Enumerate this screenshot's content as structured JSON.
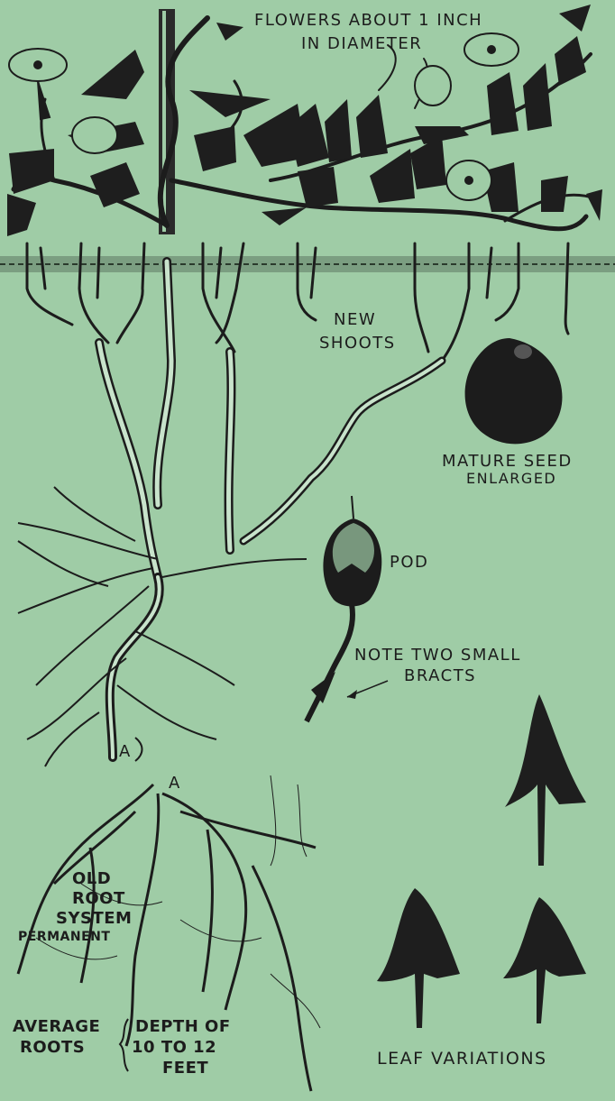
{
  "labels": {
    "flowers_line1": "FLOWERS ABOUT 1 INCH",
    "flowers_line2": "IN DIAMETER",
    "new_shoots_line1": "NEW",
    "new_shoots_line2": "SHOOTS",
    "seed_line1": "MATURE SEED",
    "seed_line2": "ENLARGED",
    "pod": "POD",
    "bracts_line1": "NOTE TWO SMALL",
    "bracts_line2": "BRACTS",
    "marker_a_upper": "A",
    "marker_a_lower": "A",
    "old_root_line1": "OLD",
    "old_root_line2": "ROOT",
    "old_root_line3": "SYSTEM",
    "old_root_line4": "PERMANENT",
    "average_line1": "AVERAGE",
    "average_line2": "ROOTS",
    "depth_line1": "DEPTH OF",
    "depth_line2": "10 TO 12",
    "depth_line3": "FEET",
    "leaf_variations": "LEAF VARIATIONS"
  },
  "colors": {
    "background": "#9fcca6",
    "ink": "#1c1c1c",
    "ground_band": "#6f8f74"
  }
}
